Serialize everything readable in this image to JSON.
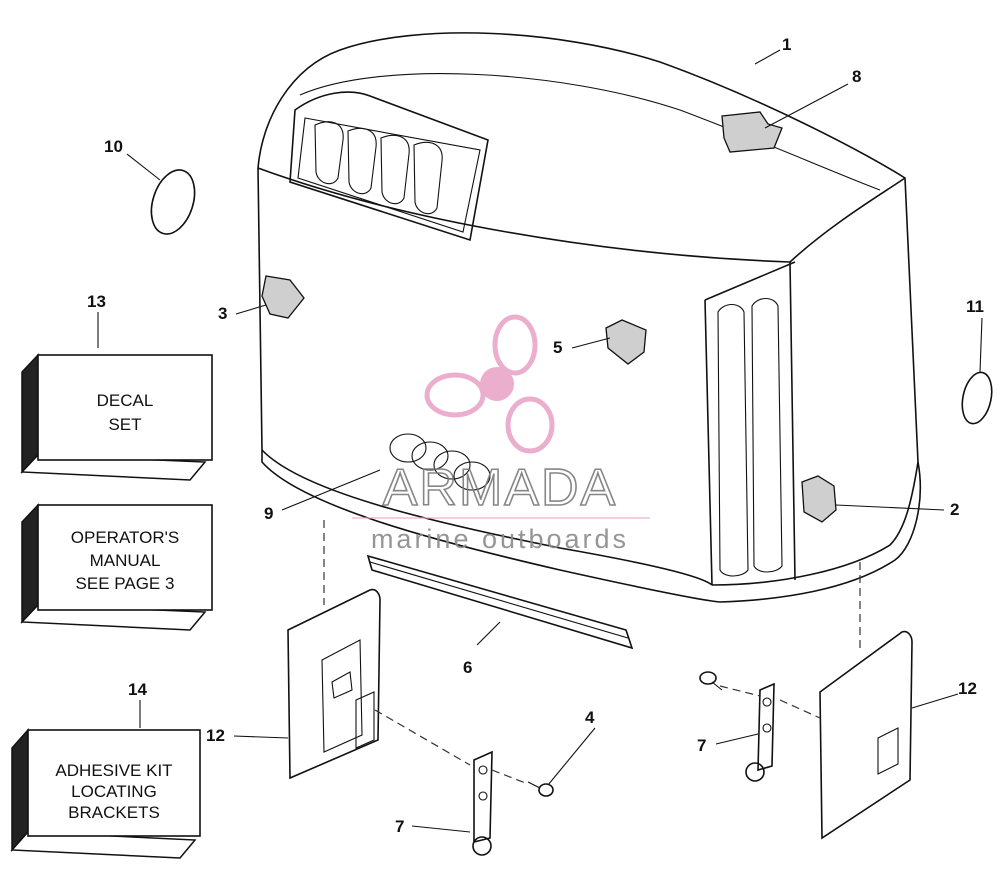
{
  "callouts": [
    "1",
    "2",
    "3",
    "4",
    "5",
    "6",
    "7",
    "7",
    "8",
    "9",
    "10",
    "11",
    "12",
    "12",
    "13",
    "14"
  ],
  "boxes": {
    "decal_set": [
      "DECAL",
      "SET"
    ],
    "operators_manual": [
      "OPERATOR'S",
      "MANUAL",
      "SEE PAGE 3"
    ],
    "adhesive_kit": [
      "ADHESIVE KIT",
      "LOCATING",
      "BRACKETS"
    ]
  },
  "watermark": {
    "brand": "ARMADA",
    "tagline": "marine outboards",
    "logo_icon": "propeller-logo-icon",
    "logo_color": "#e9a6c8"
  }
}
